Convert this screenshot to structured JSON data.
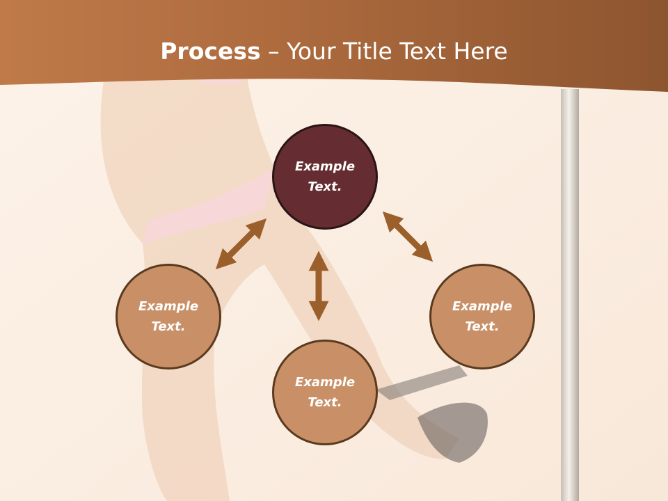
{
  "slide": {
    "title_bold": "Process",
    "title_rest": " – Your Title Text Here"
  },
  "diagram": {
    "nodes": [
      {
        "id": "top",
        "label": "Example Text.",
        "emphasis": "primary"
      },
      {
        "id": "left",
        "label": "Example Text.",
        "emphasis": "secondary"
      },
      {
        "id": "bottom",
        "label": "Example Text.",
        "emphasis": "secondary"
      },
      {
        "id": "right",
        "label": "Example Text.",
        "emphasis": "secondary"
      }
    ],
    "connectors": [
      {
        "from": "top",
        "to": "left",
        "style": "double-headed-arrow"
      },
      {
        "from": "top",
        "to": "bottom",
        "style": "double-headed-arrow"
      },
      {
        "from": "top",
        "to": "right",
        "style": "double-headed-arrow"
      }
    ]
  },
  "colors": {
    "header_band": "#a3643a",
    "primary_node": "#652d31",
    "secondary_node": "#c99067",
    "arrow": "#9b5f2c",
    "background": "#fbeee2"
  }
}
